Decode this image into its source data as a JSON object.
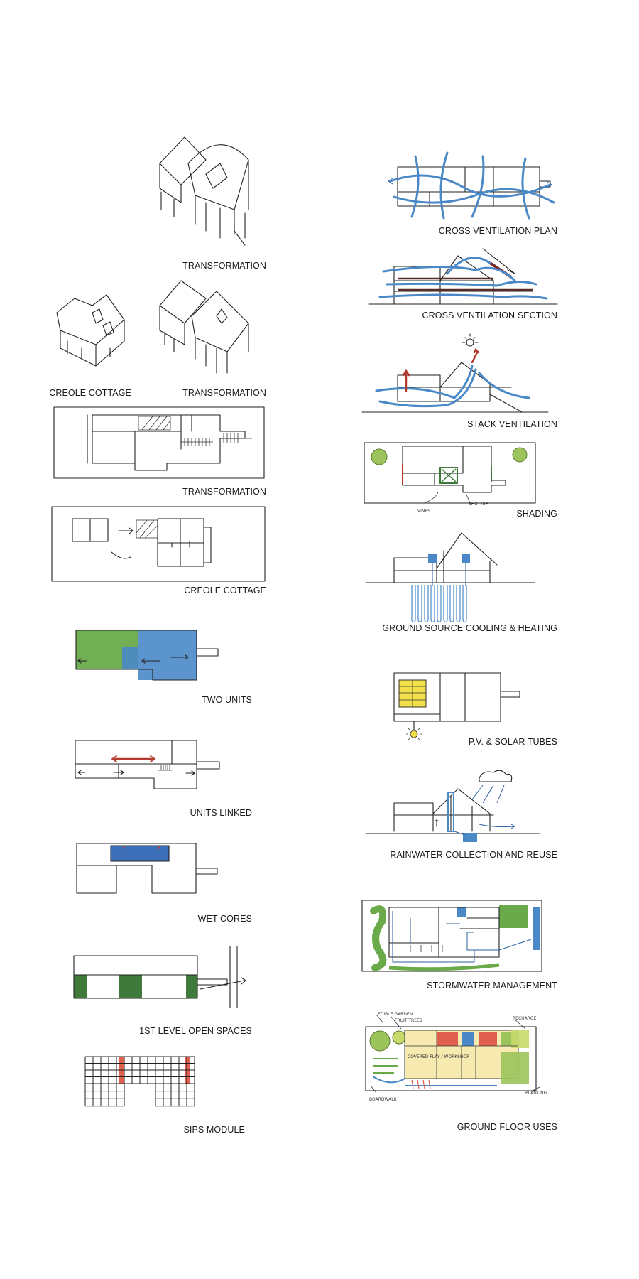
{
  "captions": {
    "transformation_iso_top": "TRANSFORMATION",
    "creole_cottage_iso": "CREOLE COTTAGE",
    "transformation_iso_mid": "TRANSFORMATION",
    "transformation_plan": "TRANSFORMATION",
    "creole_cottage_plan": "CREOLE COTTAGE",
    "two_units": "TWO UNITS",
    "units_linked": "UNITS LINKED",
    "wet_cores": "WET CORES",
    "open_spaces": "1ST LEVEL OPEN SPACES",
    "sips_module": "SIPS  MODULE",
    "cross_vent_plan": "CROSS VENTILATION PLAN",
    "cross_vent_section": "CROSS VENTILATION SECTION",
    "stack_ventilation": "STACK VENTILATION",
    "shading": "SHADING",
    "ground_source": "GROUND SOURCE COOLING & HEATING",
    "pv_solar": "P.V. & SOLAR TUBES",
    "rainwater": "RAINWATER COLLECTION AND REUSE",
    "stormwater": "STORMWATER MANAGEMENT",
    "ground_floor": "GROUND FLOOR USES"
  },
  "annotations": {
    "shading_vines": "VINES",
    "shading_shutter": "SHUTTER",
    "gf_edible_garden": "EDIBLE GARDEN",
    "gf_fruit_trees": "FRUIT TREES",
    "gf_covered_play": "COVERED PLAY / WORKSHOP",
    "gf_recharge": "RECHARGE",
    "gf_boardwalk": "BOARDWALK",
    "gf_planting": "PLANTING"
  },
  "colors": {
    "ink": "#222222",
    "green": "#6aaa4a",
    "blue": "#4a88c8",
    "dark_blue": "#2b5f9e",
    "red": "#b23a2e",
    "yellow": "#f2e04a"
  }
}
